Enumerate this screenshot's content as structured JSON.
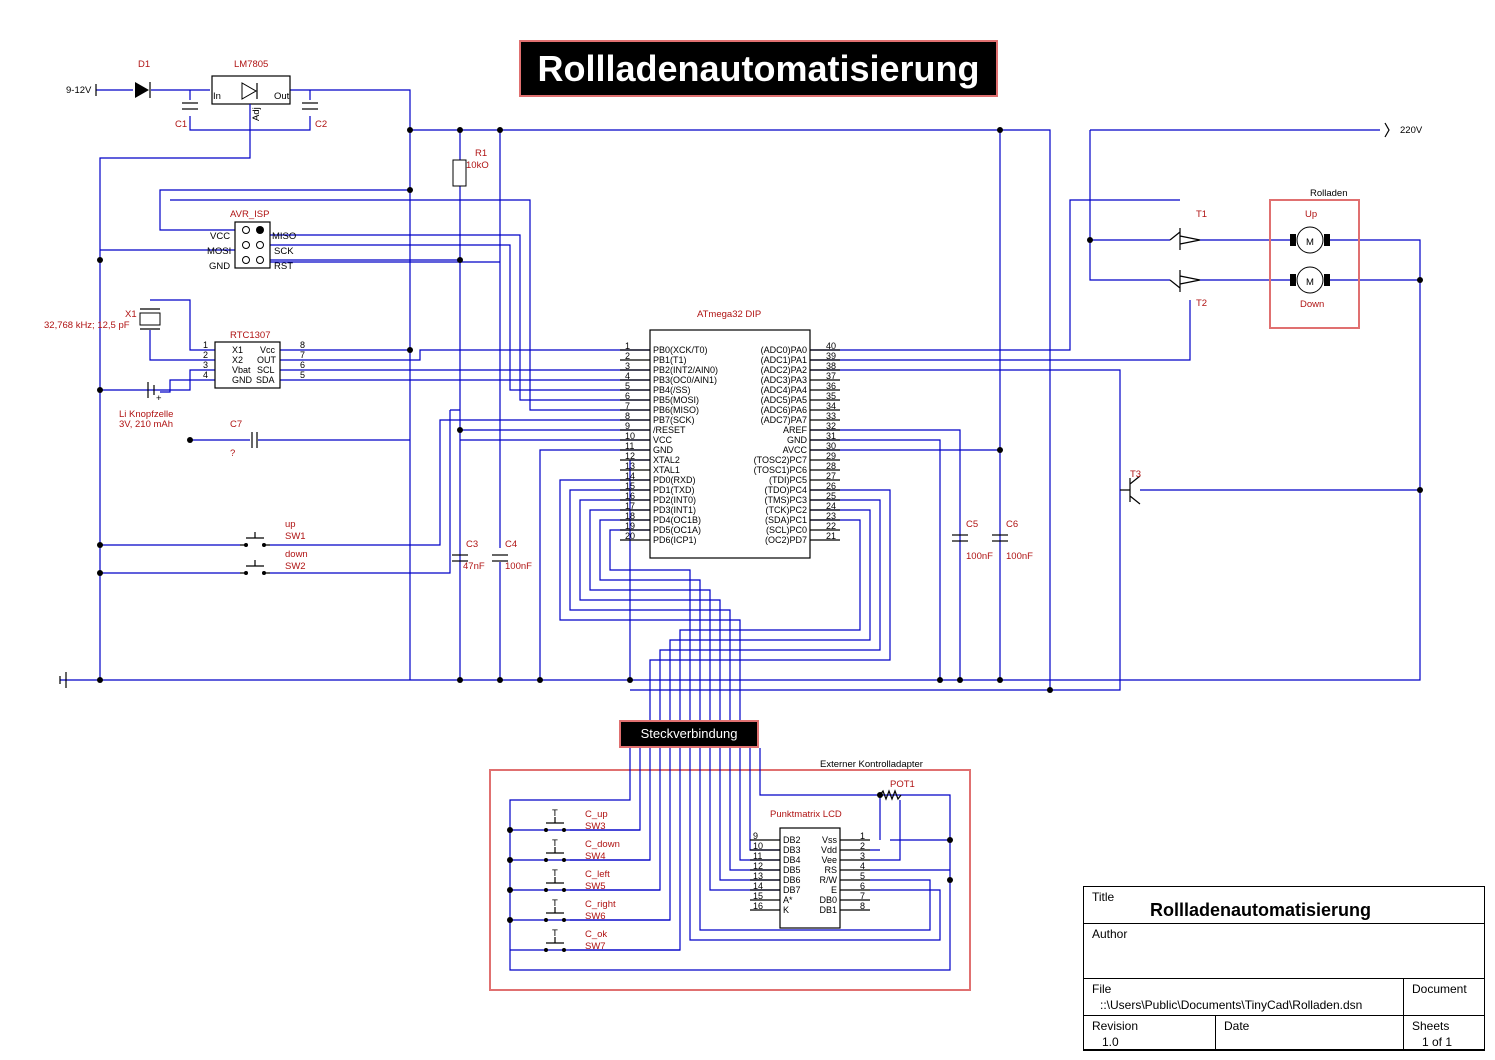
{
  "title_banner": "Rollladenautomatisierung",
  "labels": {
    "supply_in": "9-12V",
    "d1": "D1",
    "reg": "LM7805",
    "reg_in": "In",
    "reg_out": "Out",
    "reg_adj": "Adj",
    "c1": "C1",
    "c2": "C2",
    "r1": "R1",
    "r1_val": "10kO",
    "isp": "AVR_ISP",
    "isp_vcc": "VCC",
    "isp_mosi": "MOSI",
    "isp_gnd": "GND",
    "isp_miso": "MISO",
    "isp_sck": "SCK",
    "isp_rst": "RST",
    "x1": "X1",
    "x1_val": "32,768 kHz; 12,5 pF",
    "rtc": "RTC1307",
    "rtc_x1": "X1",
    "rtc_x2": "X2",
    "rtc_vbat": "Vbat",
    "rtc_gnd": "GND",
    "rtc_vcc": "Vcc",
    "rtc_out": "OUT",
    "rtc_scl": "SCL",
    "rtc_sda": "SDA",
    "battery": "Li Knopfzelle",
    "battery_val": "3V, 210 mAh",
    "c7": "C7",
    "c7_val": "?",
    "sw_up": "up",
    "sw1": "SW1",
    "sw_down": "down",
    "sw2": "SW2",
    "c3": "C3",
    "c3_val": "47nF",
    "c4": "C4",
    "c4_val": "100nF",
    "c5": "C5",
    "c5_val": "100nF",
    "c6": "C6",
    "c6_val": "100nF",
    "mcu": "ATmega32 DIP",
    "mains": "220V",
    "rolladen": "Rolladen",
    "motor_up": "Up",
    "motor_down": "Down",
    "motor_symbol": "M",
    "t1": "T1",
    "t2": "T2",
    "t3": "T3",
    "connector": "Steckverbindung",
    "ext_adapter": "Externer Kontrolladapter",
    "pot1": "POT1",
    "lcd": "Punktmatrix LCD",
    "c_up": "C_up",
    "sw3": "SW3",
    "c_down": "C_down",
    "sw4": "SW4",
    "c_left": "C_left",
    "sw5": "SW5",
    "c_right": "C_right",
    "sw6": "SW6",
    "c_ok": "C_ok",
    "sw7": "SW7",
    "sw_symbol": "T"
  },
  "mcu_left_pins": [
    {
      "num": "1",
      "name": "PB0(XCK/T0)"
    },
    {
      "num": "2",
      "name": "PB1(T1)"
    },
    {
      "num": "3",
      "name": "PB2(INT2/AIN0)"
    },
    {
      "num": "4",
      "name": "PB3(OC0/AIN1)"
    },
    {
      "num": "5",
      "name": "PB4(/SS)"
    },
    {
      "num": "6",
      "name": "PB5(MOSI)"
    },
    {
      "num": "7",
      "name": "PB6(MISO)"
    },
    {
      "num": "8",
      "name": "PB7(SCK)"
    },
    {
      "num": "9",
      "name": "/RESET"
    },
    {
      "num": "10",
      "name": "VCC"
    },
    {
      "num": "11",
      "name": "GND"
    },
    {
      "num": "12",
      "name": "XTAL2"
    },
    {
      "num": "13",
      "name": "XTAL1"
    },
    {
      "num": "14",
      "name": "PD0(RXD)"
    },
    {
      "num": "15",
      "name": "PD1(TXD)"
    },
    {
      "num": "16",
      "name": "PD2(INT0)"
    },
    {
      "num": "17",
      "name": "PD3(INT1)"
    },
    {
      "num": "18",
      "name": "PD4(OC1B)"
    },
    {
      "num": "19",
      "name": "PD5(OC1A)"
    },
    {
      "num": "20",
      "name": "PD6(ICP1)"
    }
  ],
  "mcu_right_pins": [
    {
      "num": "40",
      "name": "(ADC0)PA0"
    },
    {
      "num": "39",
      "name": "(ADC1)PA1"
    },
    {
      "num": "38",
      "name": "(ADC2)PA2"
    },
    {
      "num": "37",
      "name": "(ADC3)PA3"
    },
    {
      "num": "36",
      "name": "(ADC4)PA4"
    },
    {
      "num": "35",
      "name": "(ADC5)PA5"
    },
    {
      "num": "34",
      "name": "(ADC6)PA6"
    },
    {
      "num": "33",
      "name": "(ADC7)PA7"
    },
    {
      "num": "32",
      "name": "AREF"
    },
    {
      "num": "31",
      "name": "GND"
    },
    {
      "num": "30",
      "name": "AVCC"
    },
    {
      "num": "29",
      "name": "(TOSC2)PC7"
    },
    {
      "num": "28",
      "name": "(TOSC1)PC6"
    },
    {
      "num": "27",
      "name": "(TDI)PC5"
    },
    {
      "num": "26",
      "name": "(TDO)PC4"
    },
    {
      "num": "25",
      "name": "(TMS)PC3"
    },
    {
      "num": "24",
      "name": "(TCK)PC2"
    },
    {
      "num": "23",
      "name": "(SDA)PC1"
    },
    {
      "num": "22",
      "name": "(SCL)PC0"
    },
    {
      "num": "21",
      "name": "(OC2)PD7"
    }
  ],
  "rtc_pins_left": [
    "1",
    "2",
    "3",
    "4"
  ],
  "rtc_pins_right": [
    "8",
    "7",
    "6",
    "5"
  ],
  "lcd_left_pins": [
    {
      "num": "9",
      "name": "DB2"
    },
    {
      "num": "10",
      "name": "DB3"
    },
    {
      "num": "11",
      "name": "DB4"
    },
    {
      "num": "12",
      "name": "DB5"
    },
    {
      "num": "13",
      "name": "DB6"
    },
    {
      "num": "14",
      "name": "DB7"
    },
    {
      "num": "15",
      "name": "A*"
    },
    {
      "num": "16",
      "name": "K"
    }
  ],
  "lcd_right_pins": [
    {
      "num": "1",
      "name": "Vss"
    },
    {
      "num": "2",
      "name": "Vdd"
    },
    {
      "num": "3",
      "name": "Vee"
    },
    {
      "num": "4",
      "name": "RS"
    },
    {
      "num": "5",
      "name": "R/W"
    },
    {
      "num": "6",
      "name": "E"
    },
    {
      "num": "7",
      "name": "DB0"
    },
    {
      "num": "8",
      "name": "DB1"
    }
  ],
  "title_block": {
    "title_label": "Title",
    "title_value": "Rollladenautomatisierung",
    "author_label": "Author",
    "author_value": "",
    "file_label": "File",
    "file_value": "::\\Users\\Public\\Documents\\TinyCad\\Rolladen.dsn",
    "document_label": "Document",
    "revision_label": "Revision",
    "revision_value": "1.0",
    "date_label": "Date",
    "sheets_label": "Sheets",
    "sheets_value": "1 of 1"
  },
  "colors": {
    "wire": "#0000c8",
    "label_red": "#b01414",
    "highlight_box": "#e07070",
    "banner_bg": "#000000"
  }
}
